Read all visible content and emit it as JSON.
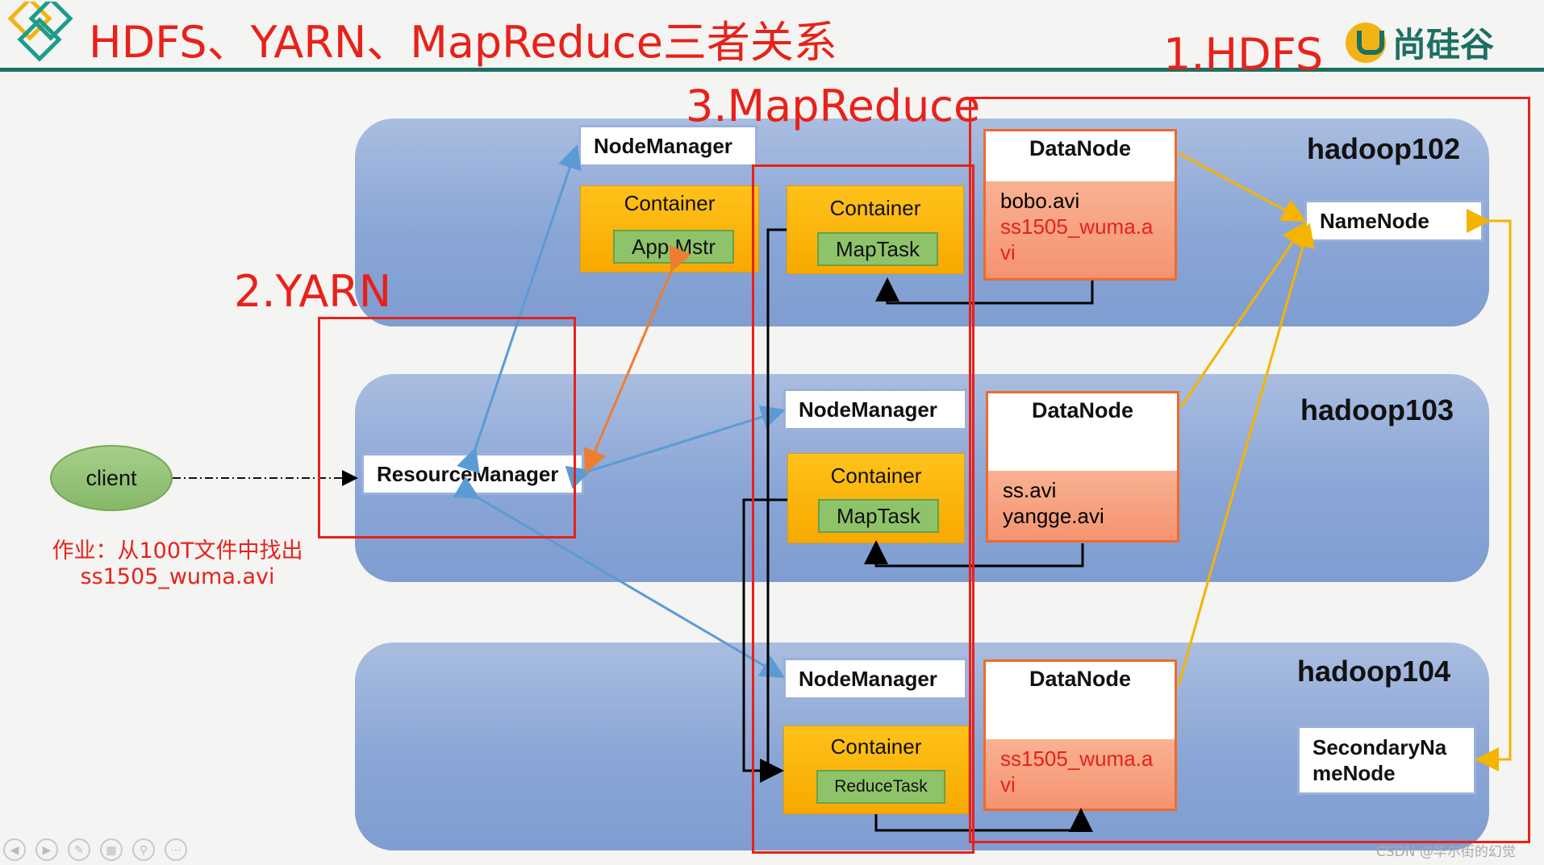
{
  "title": "HDFS、YARN、MapReduce三者关系",
  "brand": {
    "name": "尚硅谷"
  },
  "section_labels": {
    "hdfs": "1.HDFS",
    "yarn": "2.YARN",
    "mapreduce": "3.MapReduce"
  },
  "hosts": {
    "h102": {
      "name": "hadoop102",
      "node_manager": "NodeManager",
      "container_am": {
        "label": "Container",
        "task": "App Mstr"
      },
      "container_map": {
        "label": "Container",
        "task": "MapTask"
      },
      "datanode": {
        "title": "DataNode",
        "files": [
          "bobo.avi"
        ],
        "highlight_file": "ss1505_wuma.a",
        "highlight_file_2": "vi"
      },
      "namenode": "NameNode"
    },
    "h103": {
      "name": "hadoop103",
      "resource_manager": "ResourceManager",
      "node_manager": "NodeManager",
      "container_map": {
        "label": "Container",
        "task": "MapTask"
      },
      "datanode": {
        "title": "DataNode",
        "files": [
          "ss.avi",
          "yangge.avi"
        ]
      }
    },
    "h104": {
      "name": "hadoop104",
      "node_manager": "NodeManager",
      "container_reduce": {
        "label": "Container",
        "task": "ReduceTask"
      },
      "datanode": {
        "title": "DataNode",
        "highlight_file": "ss1505_wuma.a",
        "highlight_file_2": "vi"
      },
      "secondary_namenode": {
        "line1": "SecondaryNa",
        "line2": "meNode"
      }
    }
  },
  "client": "client",
  "homework": {
    "line1": "作业：从100T文件中找出",
    "line2": "ss1505_wuma.avi"
  },
  "watermark": "CSDN @华尔街的幻觉",
  "colors": {
    "title_red": "#e8211a",
    "teal": "#1d6f62",
    "container_orange": "#ffc21a",
    "task_green": "#8fc36a",
    "datanode_salmon": "#f59371",
    "arrow_blue": "#5b9bd5",
    "arrow_orange": "#ed7d31",
    "arrow_yellow": "#f4b400"
  }
}
